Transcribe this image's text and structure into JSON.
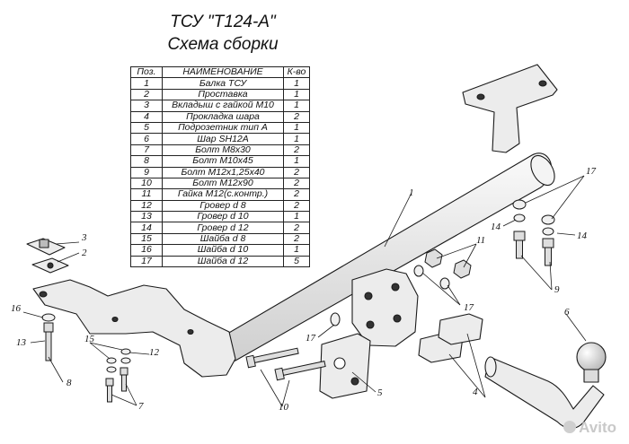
{
  "title": "ТСУ \"Т124-А\"",
  "subtitle": "Схема сборки",
  "table": {
    "headers": {
      "pos": "Поз.",
      "name": "НАИМЕНОВАНИЕ",
      "qty": "К-во"
    },
    "rows": [
      {
        "pos": "1",
        "name": "Балка ТСУ",
        "qty": "1"
      },
      {
        "pos": "2",
        "name": "Проставка",
        "qty": "1"
      },
      {
        "pos": "3",
        "name": "Вкладыш с гайкой М10",
        "qty": "1"
      },
      {
        "pos": "4",
        "name": "Прокладка шара",
        "qty": "2"
      },
      {
        "pos": "5",
        "name": "Подрозетник тип А",
        "qty": "1"
      },
      {
        "pos": "6",
        "name": "Шар SH12A",
        "qty": "1"
      },
      {
        "pos": "7",
        "name": "Болт М8х30",
        "qty": "2"
      },
      {
        "pos": "8",
        "name": "Болт М10х45",
        "qty": "1"
      },
      {
        "pos": "9",
        "name": "Болт М12х1,25х40",
        "qty": "2"
      },
      {
        "pos": "10",
        "name": "Болт М12х90",
        "qty": "2"
      },
      {
        "pos": "11",
        "name": "Гайка М12(с.контр.)",
        "qty": "2"
      },
      {
        "pos": "12",
        "name": "Гровер d 8",
        "qty": "2"
      },
      {
        "pos": "13",
        "name": "Гровер d 10",
        "qty": "1"
      },
      {
        "pos": "14",
        "name": "Гровер d 12",
        "qty": "2"
      },
      {
        "pos": "15",
        "name": "Шайба d 8",
        "qty": "2"
      },
      {
        "pos": "16",
        "name": "Шайба d 10",
        "qty": "1"
      },
      {
        "pos": "17",
        "name": "Шайба d 12",
        "qty": "5"
      }
    ]
  },
  "callouts": {
    "c1": "1",
    "c2": "2",
    "c3": "3",
    "c4": "4",
    "c5": "5",
    "c6": "6",
    "c7": "7",
    "c8": "8",
    "c9": "9",
    "c10": "10",
    "c11": "11",
    "c12": "12",
    "c13": "13",
    "c14a": "14",
    "c14b": "14",
    "c15": "15",
    "c16": "16",
    "c17a": "17",
    "c17b": "17",
    "c17c": "17"
  },
  "watermark": "Avito",
  "colors": {
    "part_fill": "#ececec",
    "line": "#1a1a1a"
  }
}
